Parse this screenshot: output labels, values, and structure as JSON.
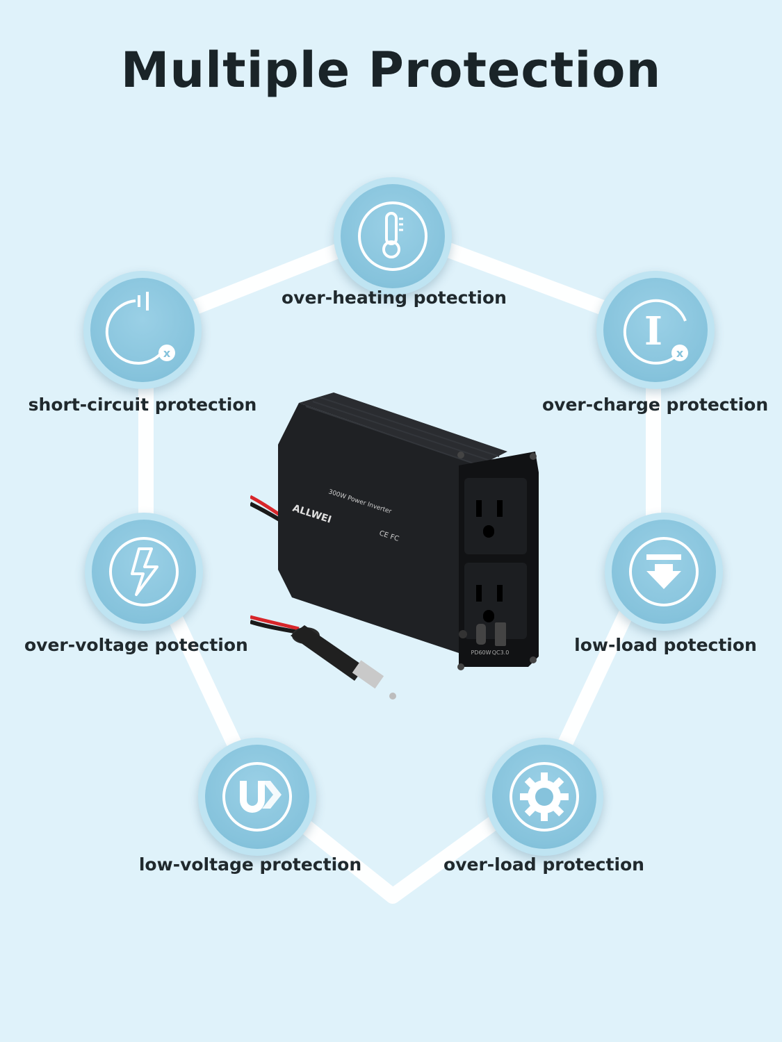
{
  "title": "Multiple Protection",
  "colors": {
    "background": "#dff2fa",
    "node_fill": "#86c3dc",
    "node_ring": "#bfe4f2",
    "text": "#20292d",
    "device": "#1b1d20",
    "cable_red": "#d7262a"
  },
  "features": [
    {
      "label": "over-heating potection",
      "icon": "thermometer-icon"
    },
    {
      "label": "short-circuit protection",
      "icon": "short-circuit-icon"
    },
    {
      "label": "over-charge protection",
      "icon": "current-limit-icon"
    },
    {
      "label": "over-voltage potection",
      "icon": "lightning-icon"
    },
    {
      "label": "low-load potection",
      "icon": "down-arrow-icon"
    },
    {
      "label": "low-voltage protection",
      "icon": "low-voltage-icon"
    },
    {
      "label": "over-load protection",
      "icon": "gear-icon"
    }
  ],
  "device": {
    "brand": "ALLWEI",
    "model_text": "300W Power Inverter",
    "port_labels": [
      "PD60W",
      "QC3.0"
    ],
    "certification_marks": "CE FC",
    "icon": "power-inverter-image"
  }
}
